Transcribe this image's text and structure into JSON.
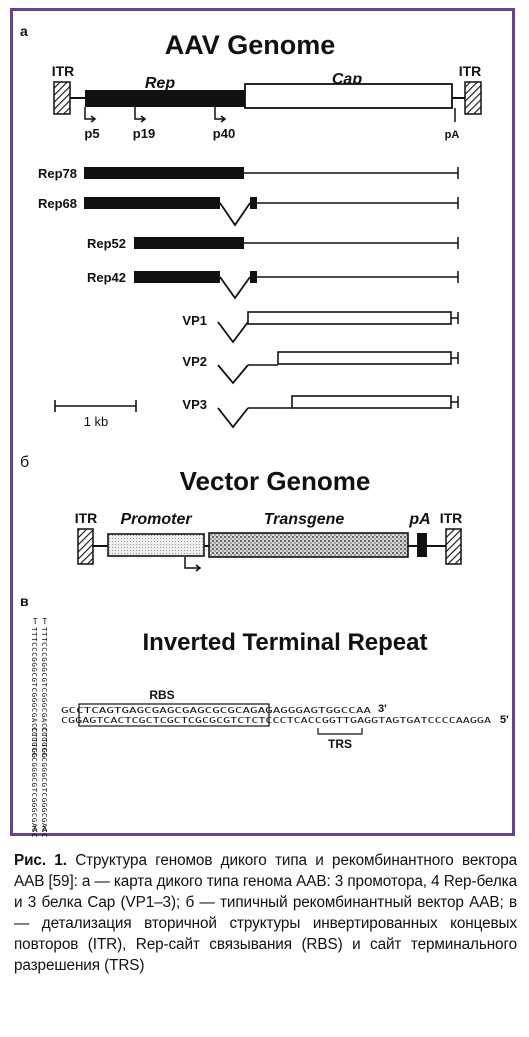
{
  "colors": {
    "frame": "#6a3f97",
    "ink": "#111111"
  },
  "panel_a": {
    "letter": "а",
    "title": "AAV Genome",
    "itr_left": "ITR",
    "itr_right": "ITR",
    "rep": "Rep",
    "cap": "Cap",
    "promoters": [
      "p5",
      "p19",
      "p40"
    ],
    "polya": "pA",
    "transcripts": [
      "Rep78",
      "Rep68",
      "Rep52",
      "Rep42",
      "VP1",
      "VP2",
      "VP3"
    ],
    "scale": "1 kb"
  },
  "panel_b": {
    "letter": "б",
    "title": "Vector Genome",
    "itr_left": "ITR",
    "itr_right": "ITR",
    "promoter": "Promoter",
    "transgene": "Transgene",
    "polya": "pA"
  },
  "panel_c": {
    "letter": "в",
    "title": "Inverted Terminal Repeat",
    "rbs": "RBS",
    "trs": "TRS",
    "end3": "3'",
    "end5": "5'",
    "top_strand": "GCCTCAGTGAGCGAGCGAGCGCGCAGAGAGGGAGTGGCCAA",
    "bottom_strand": "CGGAGTCACTCGCTCGCTCGCGCGTCTCTCCCTCACCGGTTGAGGTAGTGATCCCCAAGGA",
    "hairpin_top": "TTTCCCGGGCGTCGGGCGACCTTTGG",
    "hairpin_bottom": "CCCGCCCGGGCGTCGGGCGACC",
    "loop_top": "T T",
    "loop_bottom": "A A"
  },
  "caption": {
    "label": "Рис. 1.",
    "text": " Структура геномов дикого типа и рекомбинантного вектора ААВ [59]: а — карта дикого типа генома ААВ: 3 промотора, 4 Rep-белка и 3 белка Cap (VP1–3); б — типичный рекомбинантный вектор ААВ; в — детализация вторичной структуры инвертированных концевых повторов (ITR), Rep-сайт связывания (RBS) и сайт терминального разрешения (TRS)"
  }
}
